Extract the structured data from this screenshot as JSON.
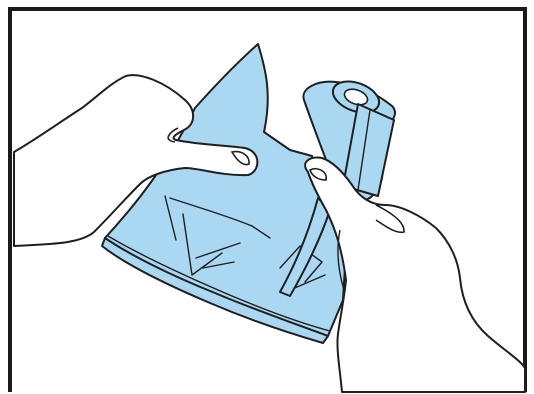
{
  "figure": {
    "colors": {
      "background": "#ffffff",
      "frame": "#1a1a1a",
      "fabric_fill": "#aad8f2",
      "outline": "#1f1f1f",
      "skin_fill": "#ffffff"
    },
    "elements": [
      "frame",
      "fabric-sheet",
      "folded-hem",
      "rolled-fabric",
      "left-hand",
      "right-hand"
    ]
  }
}
